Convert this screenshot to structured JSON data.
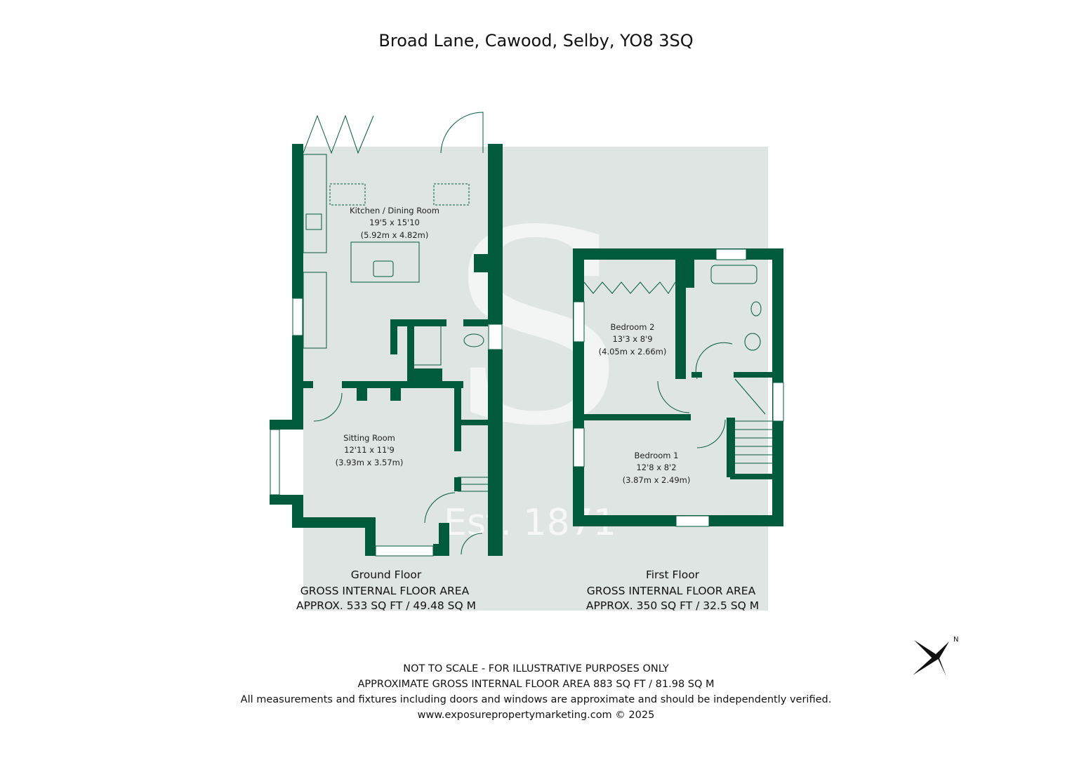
{
  "title": "Broad Lane, Cawood, Selby, YO8 3SQ",
  "colors": {
    "wall": "#005a3c",
    "floor": "#dfe5e2",
    "window": "#ffffff"
  },
  "watermark": {
    "letter": "S",
    "text": "Est. 1871"
  },
  "ground_floor": {
    "label": "Ground Floor",
    "area_title": "GROSS INTERNAL FLOOR AREA",
    "area": "APPROX. 533 SQ FT / 49.48 SQ M",
    "rooms": [
      {
        "name": "Kitchen / Dining Room",
        "imperial": "19'5 x 15'10",
        "metric": "(5.92m x 4.82m)"
      },
      {
        "name": "Sitting Room",
        "imperial": "12'11 x 11'9",
        "metric": "(3.93m x 3.57m)"
      }
    ]
  },
  "first_floor": {
    "label": "First Floor",
    "area_title": "GROSS INTERNAL FLOOR AREA",
    "area": "APPROX. 350 SQ FT / 32.5 SQ M",
    "rooms": [
      {
        "name": "Bedroom 2",
        "imperial": "13'3 x 8'9",
        "metric": "(4.05m x 2.66m)"
      },
      {
        "name": "Bedroom 1",
        "imperial": "12'8 x 8'2",
        "metric": "(3.87m x 2.49m)"
      }
    ]
  },
  "compass": {
    "icon": "compass-north-icon",
    "label": "N"
  },
  "footer": [
    "NOT TO SCALE - FOR ILLUSTRATIVE PURPOSES ONLY",
    "APPROXIMATE GROSS INTERNAL FLOOR AREA 883 SQ FT / 81.98 SQ M",
    "All measurements and fixtures including doors and windows are approximate and should be independently verified.",
    "www.exposurepropertymarketing.com © 2025"
  ]
}
